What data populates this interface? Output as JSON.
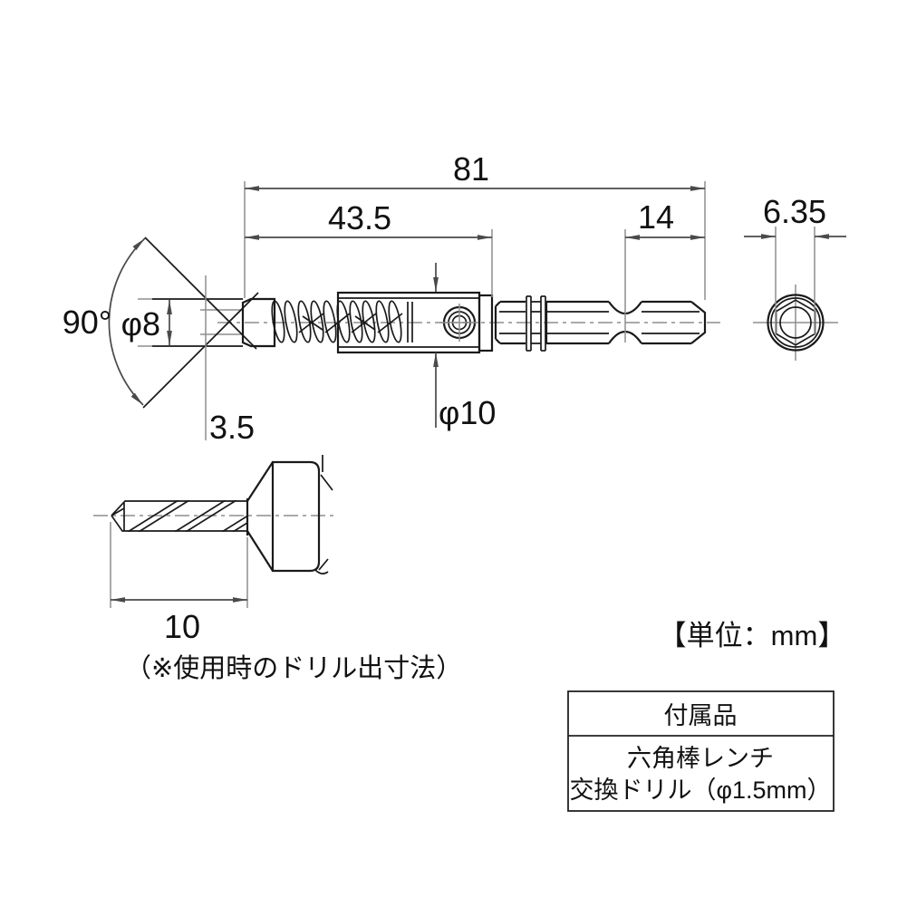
{
  "drawing": {
    "unit_label": "【単位：mm】",
    "dimensions": {
      "total_length": "81",
      "front_section_length": "43.5",
      "shank_length": "14",
      "hex_across_flats": "6.35",
      "countersink_angle": "90°",
      "body_diameter": "φ8",
      "tip_depth": "3.5",
      "sleeve_diameter": "φ10",
      "drill_protrusion": "10"
    },
    "protrusion_note": "（※使用時のドリル出寸法）",
    "accessories_table": {
      "header": "付属品",
      "rows": [
        "六角棒レンチ",
        "交換ドリル（φ1.5mm）"
      ]
    }
  }
}
